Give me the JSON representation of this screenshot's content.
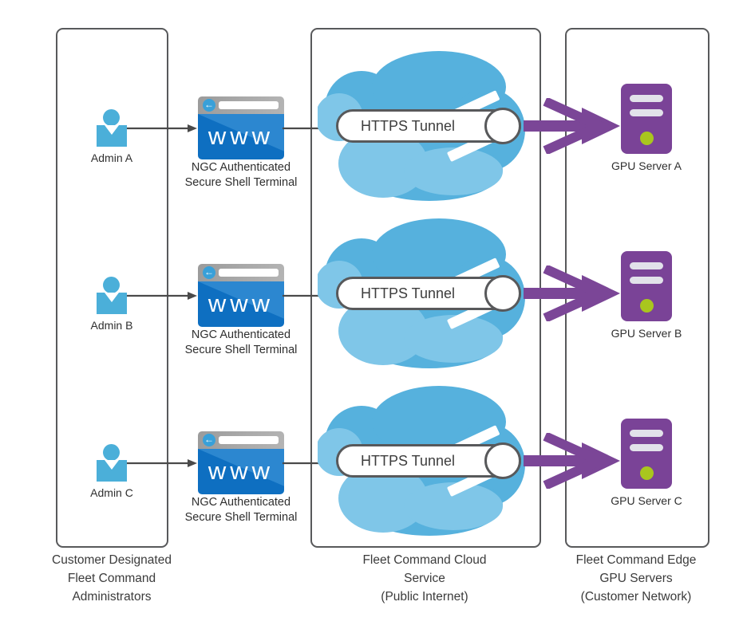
{
  "diagram": {
    "columns": [
      {
        "caption": "Customer Designated\nFleet Command\nAdministrators"
      },
      {
        "caption": "Fleet Command Cloud\nService\n(Public Internet)"
      },
      {
        "caption": "Fleet Command Edge\nGPU Servers\n(Customer Network)"
      }
    ],
    "rows": [
      {
        "admin_label": "Admin A",
        "terminal_label": "NGC Authenticated\nSecure Shell Terminal",
        "browser_text": "www",
        "back_glyph": "←",
        "tunnel_label": "HTTPS Tunnel",
        "server_label": "GPU Server A"
      },
      {
        "admin_label": "Admin B",
        "terminal_label": "NGC Authenticated\nSecure Shell Terminal",
        "browser_text": "www",
        "back_glyph": "←",
        "tunnel_label": "HTTPS Tunnel",
        "server_label": "GPU Server B"
      },
      {
        "admin_label": "Admin C",
        "terminal_label": "NGC Authenticated\nSecure Shell Terminal",
        "browser_text": "www",
        "back_glyph": "←",
        "tunnel_label": "HTTPS Tunnel",
        "server_label": "GPU Server C"
      }
    ],
    "icons": {
      "admin": "person-icon",
      "browser": "web-browser-icon",
      "cloud": "cloud-icon",
      "server": "gpu-server-icon",
      "flow": "purple-double-arrow-icon"
    },
    "colors": {
      "admin_blue": "#4BAFD9",
      "cloud_blue": "#56B1DD",
      "cloud_blue_light": "#7FC6E8",
      "browser_blue_dark": "#0E6FC1",
      "browser_blue_light": "#2C87D0",
      "browser_bar_gray": "#A6A6A6",
      "purple": "#7B4697",
      "server_purple": "#7A4397",
      "led_green": "#A9C61E",
      "border_gray": "#58595B",
      "connector_gray": "#4A4A4A"
    }
  }
}
